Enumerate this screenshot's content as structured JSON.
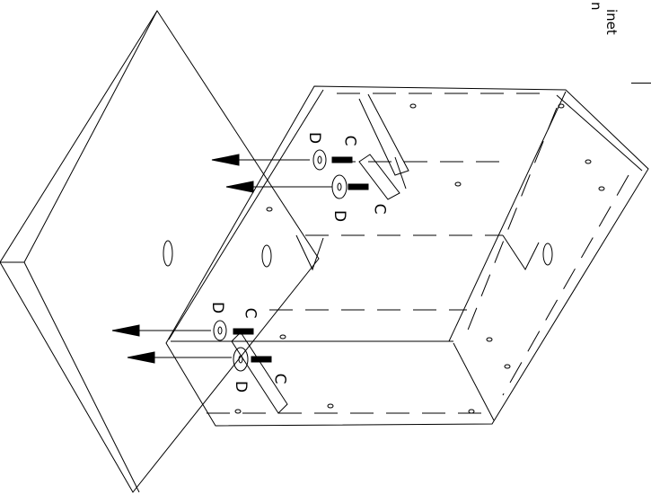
{
  "edge_text": {
    "line1": "inet",
    "line2": "n"
  },
  "parts": {
    "screw": "C",
    "washer": "D"
  },
  "colors": {
    "stroke": "#000000",
    "background": "#ffffff"
  }
}
